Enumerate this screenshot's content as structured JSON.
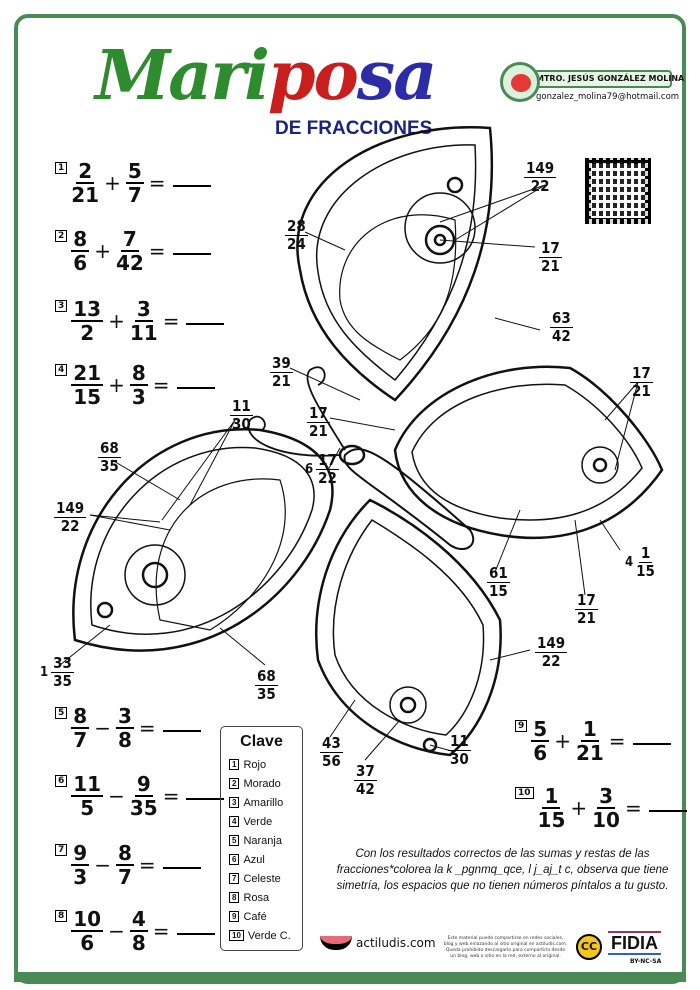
{
  "header": {
    "title_parts": [
      "Mari",
      "po",
      "sa"
    ],
    "subtitle": "DE FRACCIONES",
    "author": "MTRO. JESÚS GONZÁLEZ MOLINA",
    "email": "gonzalez_molina79@hotmail.com"
  },
  "exercises": [
    {
      "n": "1",
      "a": [
        "2",
        "21"
      ],
      "op": "+",
      "b": [
        "5",
        "7"
      ]
    },
    {
      "n": "2",
      "a": [
        "8",
        "6"
      ],
      "op": "+",
      "b": [
        "7",
        "42"
      ]
    },
    {
      "n": "3",
      "a": [
        "13",
        "2"
      ],
      "op": "+",
      "b": [
        "3",
        "11"
      ]
    },
    {
      "n": "4",
      "a": [
        "21",
        "15"
      ],
      "op": "+",
      "b": [
        "8",
        "3"
      ]
    },
    {
      "n": "5",
      "a": [
        "8",
        "7"
      ],
      "op": "−",
      "b": [
        "3",
        "8"
      ]
    },
    {
      "n": "6",
      "a": [
        "11",
        "5"
      ],
      "op": "−",
      "b": [
        "9",
        "35"
      ]
    },
    {
      "n": "7",
      "a": [
        "9",
        "3"
      ],
      "op": "−",
      "b": [
        "8",
        "7"
      ]
    },
    {
      "n": "8",
      "a": [
        "10",
        "6"
      ],
      "op": "−",
      "b": [
        "4",
        "8"
      ]
    },
    {
      "n": "9",
      "a": [
        "5",
        "6"
      ],
      "op": "+",
      "b": [
        "1",
        "21"
      ]
    },
    {
      "n": "10",
      "a": [
        "1",
        "15"
      ],
      "op": "+",
      "b": [
        "3",
        "10"
      ]
    }
  ],
  "equals": "=",
  "labels": [
    {
      "w": "",
      "n": "149",
      "d": "22"
    },
    {
      "w": "",
      "n": "28",
      "d": "24"
    },
    {
      "w": "",
      "n": "17",
      "d": "21"
    },
    {
      "w": "",
      "n": "63",
      "d": "42"
    },
    {
      "w": "",
      "n": "39",
      "d": "21"
    },
    {
      "w": "",
      "n": "17",
      "d": "21"
    },
    {
      "w": "6",
      "n": "17",
      "d": "22"
    },
    {
      "w": "",
      "n": "11",
      "d": "30"
    },
    {
      "w": "",
      "n": "68",
      "d": "35"
    },
    {
      "w": "",
      "n": "149",
      "d": "22"
    },
    {
      "w": "1",
      "n": "33",
      "d": "35"
    },
    {
      "w": "",
      "n": "68",
      "d": "35"
    },
    {
      "w": "",
      "n": "17",
      "d": "21"
    },
    {
      "w": "4",
      "n": "1",
      "d": "15"
    },
    {
      "w": "",
      "n": "61",
      "d": "15"
    },
    {
      "w": "",
      "n": "17",
      "d": "21"
    },
    {
      "w": "",
      "n": "149",
      "d": "22"
    },
    {
      "w": "",
      "n": "43",
      "d": "56"
    },
    {
      "w": "",
      "n": "37",
      "d": "42"
    },
    {
      "w": "",
      "n": "11",
      "d": "30"
    }
  ],
  "key": {
    "title": "Clave",
    "items": [
      {
        "n": "1",
        "c": "Rojo"
      },
      {
        "n": "2",
        "c": "Morado"
      },
      {
        "n": "3",
        "c": "Amarillo"
      },
      {
        "n": "4",
        "c": "Verde"
      },
      {
        "n": "5",
        "c": "Naranja"
      },
      {
        "n": "6",
        "c": "Azul"
      },
      {
        "n": "7",
        "c": "Celeste"
      },
      {
        "n": "8",
        "c": "Rosa"
      },
      {
        "n": "9",
        "c": "Café"
      },
      {
        "n": "10",
        "c": "Verde C."
      }
    ]
  },
  "instructions": "Con los resultados correctos de las sumas y restas de las fracciones*colorea la k _pgnmq_qce, l  j_aj_t c, observa que tiene simetría, los espacios que no tienen números píntalos a tu gusto.",
  "footer": {
    "site": "actiludis.com",
    "license_note": "Este material puede compartirse en redes sociales, blog y web enlazando al sitio original en actiludis.com. Queda prohibido descargarlo para compartirlo desde un blog, web o sitio en la red, externo al original.",
    "cc": "CC",
    "brand": "FIDIA",
    "license": "BY-NC-SA"
  }
}
